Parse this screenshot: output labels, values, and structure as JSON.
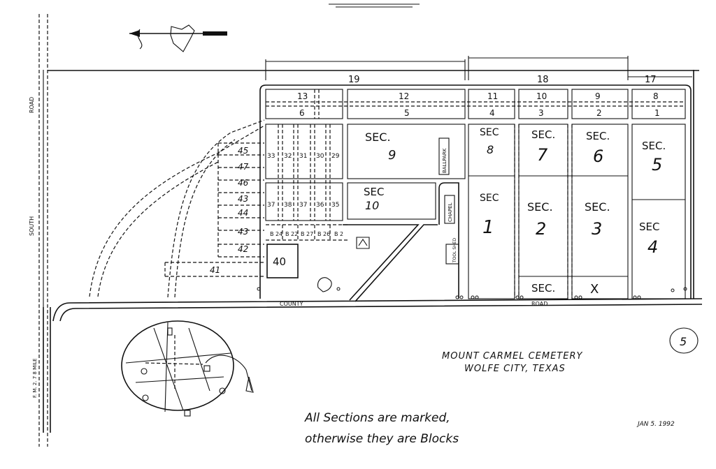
{
  "title": "MOUNT CARMEL CEMETERY",
  "subtitle": "WOLFE CITY, TEXAS",
  "note_line1": "All Sections are marked,",
  "note_line2": "otherwise they are Blocks",
  "date": "JAN 5. 1992",
  "page_number": "5",
  "roads": {
    "left_road": "ROAD",
    "left_road_2": "SOUTH",
    "county_road_1": "COUNTY",
    "county_road_2": "ROAD",
    "fm": "F. M. 2. 7 8 MILE"
  },
  "top_strip_labels": [
    "19",
    "18",
    "17"
  ],
  "top_blocks": [
    {
      "upper": "13",
      "lower": "6"
    },
    {
      "upper": "12",
      "lower": "5"
    },
    {
      "upper": "11",
      "lower": "4"
    },
    {
      "upper": "10",
      "lower": "3"
    },
    {
      "upper": "9",
      "lower": "2"
    },
    {
      "upper": "8",
      "lower": "1"
    }
  ],
  "sections": [
    {
      "label": "SEC.",
      "num": "9"
    },
    {
      "label": "SEC",
      "num": "10"
    },
    {
      "label": "SEC",
      "num": "8"
    },
    {
      "label": "SEC.",
      "num": "7"
    },
    {
      "label": "SEC.",
      "num": "6"
    },
    {
      "label": "SEC.",
      "num": "5"
    },
    {
      "label": "SEC",
      "num": "1"
    },
    {
      "label": "SEC.",
      "num": "2"
    },
    {
      "label": "SEC.",
      "num": "3"
    },
    {
      "label": "SEC",
      "num": "4"
    },
    {
      "label": "SEC.",
      "num": "X"
    }
  ],
  "left_blocks": [
    "45",
    "47",
    "46",
    "43",
    "44",
    "43",
    "42",
    "41"
  ],
  "block_40": "40",
  "row_a": [
    "33",
    "32",
    "31",
    "30",
    "29"
  ],
  "row_b": [
    "37",
    "38",
    "37",
    "36",
    "35"
  ],
  "row_c": [
    "B 24",
    "B 22",
    "B 27",
    "B 26",
    "B 2"
  ],
  "small_labels": {
    "bldg_1": "BALLPARK",
    "bldg_2": "CHAPEL",
    "bldg_3": "TOOL SHED"
  }
}
